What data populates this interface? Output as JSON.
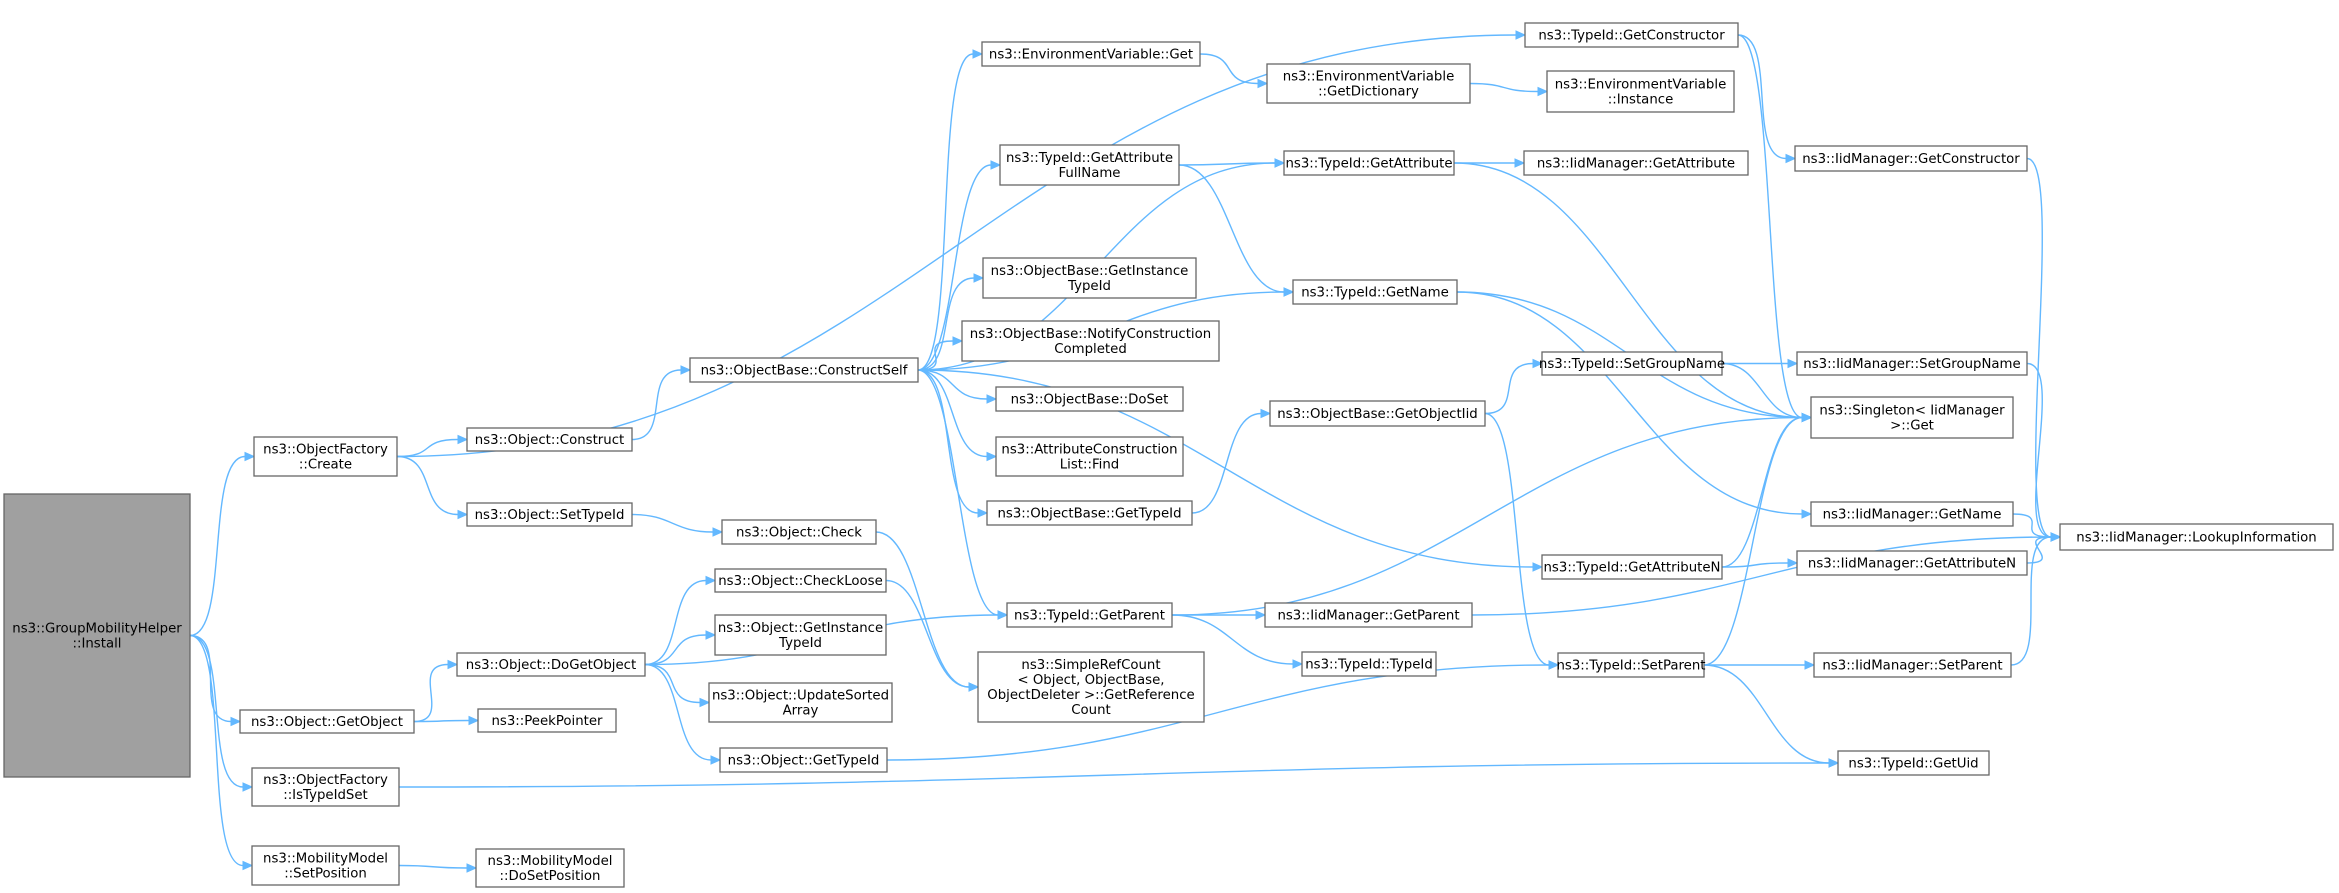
{
  "diagram": {
    "type": "call-graph",
    "colors": {
      "edge": "#63b8ff",
      "node_border": "#666666",
      "root_fill": "#a0a0a0",
      "node_fill": "#ffffff"
    },
    "nodes": [
      {
        "id": "root",
        "lines": [
          "ns3::GroupMobilityHelper",
          "::Install"
        ],
        "root": true
      },
      {
        "id": "of_create",
        "lines": [
          "ns3::ObjectFactory",
          "::Create"
        ]
      },
      {
        "id": "obj_getobject",
        "lines": [
          "ns3::Object::GetObject"
        ]
      },
      {
        "id": "of_istypeidset",
        "lines": [
          "ns3::ObjectFactory",
          "::IsTypeIdSet"
        ]
      },
      {
        "id": "mm_setpos",
        "lines": [
          "ns3::MobilityModel",
          "::SetPosition"
        ]
      },
      {
        "id": "obj_construct",
        "lines": [
          "ns3::Object::Construct"
        ]
      },
      {
        "id": "obj_settypeid",
        "lines": [
          "ns3::Object::SetTypeId"
        ]
      },
      {
        "id": "obj_dogetobject",
        "lines": [
          "ns3::Object::DoGetObject"
        ]
      },
      {
        "id": "peekpointer",
        "lines": [
          "ns3::PeekPointer"
        ]
      },
      {
        "id": "mm_dosetpos",
        "lines": [
          "ns3::MobilityModel",
          "::DoSetPosition"
        ]
      },
      {
        "id": "ob_constructself",
        "lines": [
          "ns3::ObjectBase::ConstructSelf"
        ]
      },
      {
        "id": "obj_check",
        "lines": [
          "ns3::Object::Check"
        ]
      },
      {
        "id": "obj_checkloose",
        "lines": [
          "ns3::Object::CheckLoose"
        ]
      },
      {
        "id": "obj_getinstancetypeid",
        "lines": [
          "ns3::Object::GetInstance",
          "TypeId"
        ]
      },
      {
        "id": "obj_updatesorted",
        "lines": [
          "ns3::Object::UpdateSorted",
          "Array"
        ]
      },
      {
        "id": "obj_gettypeid",
        "lines": [
          "ns3::Object::GetTypeId"
        ]
      },
      {
        "id": "env_get",
        "lines": [
          "ns3::EnvironmentVariable::Get"
        ]
      },
      {
        "id": "tid_getattrfullname",
        "lines": [
          "ns3::TypeId::GetAttribute",
          "FullName"
        ]
      },
      {
        "id": "ob_getinstancetypeid",
        "lines": [
          "ns3::ObjectBase::GetInstance",
          "TypeId"
        ]
      },
      {
        "id": "ob_notifyconstruction",
        "lines": [
          "ns3::ObjectBase::NotifyConstruction",
          "Completed"
        ]
      },
      {
        "id": "ob_doset",
        "lines": [
          "ns3::ObjectBase::DoSet"
        ]
      },
      {
        "id": "acl_find",
        "lines": [
          "ns3::AttributeConstruction",
          "List::Find"
        ]
      },
      {
        "id": "ob_gettypeid",
        "lines": [
          "ns3::ObjectBase::GetTypeId"
        ]
      },
      {
        "id": "tid_getparent",
        "lines": [
          "ns3::TypeId::GetParent"
        ]
      },
      {
        "id": "src_getrefcount",
        "lines": [
          "ns3::SimpleRefCount",
          "< Object, ObjectBase,",
          "ObjectDeleter >::GetReference",
          "Count"
        ]
      },
      {
        "id": "env_getdict",
        "lines": [
          "ns3::EnvironmentVariable",
          "::GetDictionary"
        ]
      },
      {
        "id": "tid_getattribute",
        "lines": [
          "ns3::TypeId::GetAttribute"
        ]
      },
      {
        "id": "tid_getname",
        "lines": [
          "ns3::TypeId::GetName"
        ]
      },
      {
        "id": "ob_getobjectiid",
        "lines": [
          "ns3::ObjectBase::GetObjectIid"
        ]
      },
      {
        "id": "iid_getparent",
        "lines": [
          "ns3::IidManager::GetParent"
        ]
      },
      {
        "id": "tid_typeid",
        "lines": [
          "ns3::TypeId::TypeId"
        ]
      },
      {
        "id": "tid_getconstructor",
        "lines": [
          "ns3::TypeId::GetConstructor"
        ]
      },
      {
        "id": "env_instance",
        "lines": [
          "ns3::EnvironmentVariable",
          "::Instance"
        ]
      },
      {
        "id": "iid_getattribute",
        "lines": [
          "ns3::IidManager::GetAttribute"
        ]
      },
      {
        "id": "tid_setgroupname",
        "lines": [
          "ns3::TypeId::SetGroupName"
        ]
      },
      {
        "id": "tid_getattributen",
        "lines": [
          "ns3::TypeId::GetAttributeN"
        ]
      },
      {
        "id": "tid_setparent",
        "lines": [
          "ns3::TypeId::SetParent"
        ]
      },
      {
        "id": "iid_getconstructor",
        "lines": [
          "ns3::IidManager::GetConstructor"
        ]
      },
      {
        "id": "iid_setgroupname",
        "lines": [
          "ns3::IidManager::SetGroupName"
        ]
      },
      {
        "id": "singleton_get",
        "lines": [
          "ns3::Singleton< IidManager",
          ">::Get"
        ]
      },
      {
        "id": "iid_getname",
        "lines": [
          "ns3::IidManager::GetName"
        ]
      },
      {
        "id": "iid_getattributen",
        "lines": [
          "ns3::IidManager::GetAttributeN"
        ]
      },
      {
        "id": "iid_setparent",
        "lines": [
          "ns3::IidManager::SetParent"
        ]
      },
      {
        "id": "tid_getuid",
        "lines": [
          "ns3::TypeId::GetUid"
        ]
      },
      {
        "id": "iid_lookupinfo",
        "lines": [
          "ns3::IidManager::LookupInformation"
        ]
      }
    ],
    "edges": [
      [
        "root",
        "of_create"
      ],
      [
        "root",
        "obj_getobject"
      ],
      [
        "root",
        "of_istypeidset"
      ],
      [
        "root",
        "mm_setpos"
      ],
      [
        "of_create",
        "tid_getconstructor"
      ],
      [
        "of_create",
        "obj_construct"
      ],
      [
        "of_create",
        "obj_settypeid"
      ],
      [
        "obj_construct",
        "ob_constructself"
      ],
      [
        "obj_settypeid",
        "obj_check"
      ],
      [
        "obj_getobject",
        "obj_dogetobject"
      ],
      [
        "obj_getobject",
        "peekpointer"
      ],
      [
        "of_istypeidset",
        "tid_getuid"
      ],
      [
        "mm_setpos",
        "mm_dosetpos"
      ],
      [
        "obj_dogetobject",
        "obj_checkloose"
      ],
      [
        "obj_dogetobject",
        "obj_getinstancetypeid"
      ],
      [
        "obj_dogetobject",
        "obj_updatesorted"
      ],
      [
        "obj_dogetobject",
        "obj_gettypeid"
      ],
      [
        "obj_dogetobject",
        "tid_getparent"
      ],
      [
        "obj_check",
        "src_getrefcount"
      ],
      [
        "obj_checkloose",
        "src_getrefcount"
      ],
      [
        "obj_gettypeid",
        "tid_setparent"
      ],
      [
        "ob_constructself",
        "env_get"
      ],
      [
        "ob_constructself",
        "tid_getattrfullname"
      ],
      [
        "ob_constructself",
        "ob_getinstancetypeid"
      ],
      [
        "ob_constructself",
        "ob_notifyconstruction"
      ],
      [
        "ob_constructself",
        "ob_doset"
      ],
      [
        "ob_constructself",
        "acl_find"
      ],
      [
        "ob_constructself",
        "ob_gettypeid"
      ],
      [
        "ob_constructself",
        "tid_getparent"
      ],
      [
        "ob_constructself",
        "tid_getattribute"
      ],
      [
        "ob_constructself",
        "tid_getname"
      ],
      [
        "ob_constructself",
        "tid_getattributen"
      ],
      [
        "env_get",
        "env_getdict"
      ],
      [
        "env_getdict",
        "env_instance"
      ],
      [
        "tid_getattrfullname",
        "tid_getattribute"
      ],
      [
        "tid_getattrfullname",
        "tid_getname"
      ],
      [
        "ob_gettypeid",
        "ob_getobjectiid"
      ],
      [
        "tid_getparent",
        "singleton_get"
      ],
      [
        "tid_getparent",
        "iid_getparent"
      ],
      [
        "tid_getparent",
        "tid_typeid"
      ],
      [
        "tid_getattribute",
        "iid_getattribute"
      ],
      [
        "tid_getattribute",
        "singleton_get"
      ],
      [
        "tid_getname",
        "singleton_get"
      ],
      [
        "tid_getname",
        "iid_getname"
      ],
      [
        "ob_getobjectiid",
        "tid_setgroupname"
      ],
      [
        "ob_getobjectiid",
        "tid_setparent"
      ],
      [
        "iid_getparent",
        "iid_lookupinfo"
      ],
      [
        "tid_getconstructor",
        "iid_getconstructor"
      ],
      [
        "tid_getconstructor",
        "singleton_get"
      ],
      [
        "tid_setgroupname",
        "iid_setgroupname"
      ],
      [
        "tid_setgroupname",
        "singleton_get"
      ],
      [
        "tid_getattributen",
        "iid_getattributen"
      ],
      [
        "tid_getattributen",
        "singleton_get"
      ],
      [
        "tid_setparent",
        "iid_setparent"
      ],
      [
        "tid_setparent",
        "singleton_get"
      ],
      [
        "tid_setparent",
        "tid_getuid"
      ],
      [
        "iid_getconstructor",
        "iid_lookupinfo"
      ],
      [
        "iid_setgroupname",
        "iid_lookupinfo"
      ],
      [
        "iid_getname",
        "iid_lookupinfo"
      ],
      [
        "iid_getattributen",
        "iid_lookupinfo"
      ],
      [
        "iid_setparent",
        "iid_lookupinfo"
      ]
    ]
  }
}
